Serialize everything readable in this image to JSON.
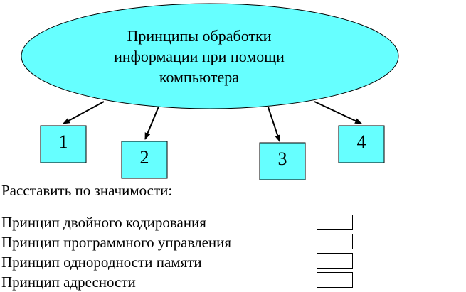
{
  "diagram": {
    "title_line1": "Принципы обработки",
    "title_line2": "информации при помощи",
    "title_line3": "компьютера",
    "ellipse_fill": "#66ffff",
    "box_fill": "#66ffff",
    "boxes": [
      "1",
      "2",
      "3",
      "4"
    ]
  },
  "task": {
    "instruction": "Расставить по значимости:",
    "principles": [
      "Принцип двойного кодирования",
      "Принцип программного управления",
      "Принцип однородности памяти",
      "Принцип адресности"
    ],
    "answers": [
      "",
      "",
      "",
      ""
    ]
  }
}
